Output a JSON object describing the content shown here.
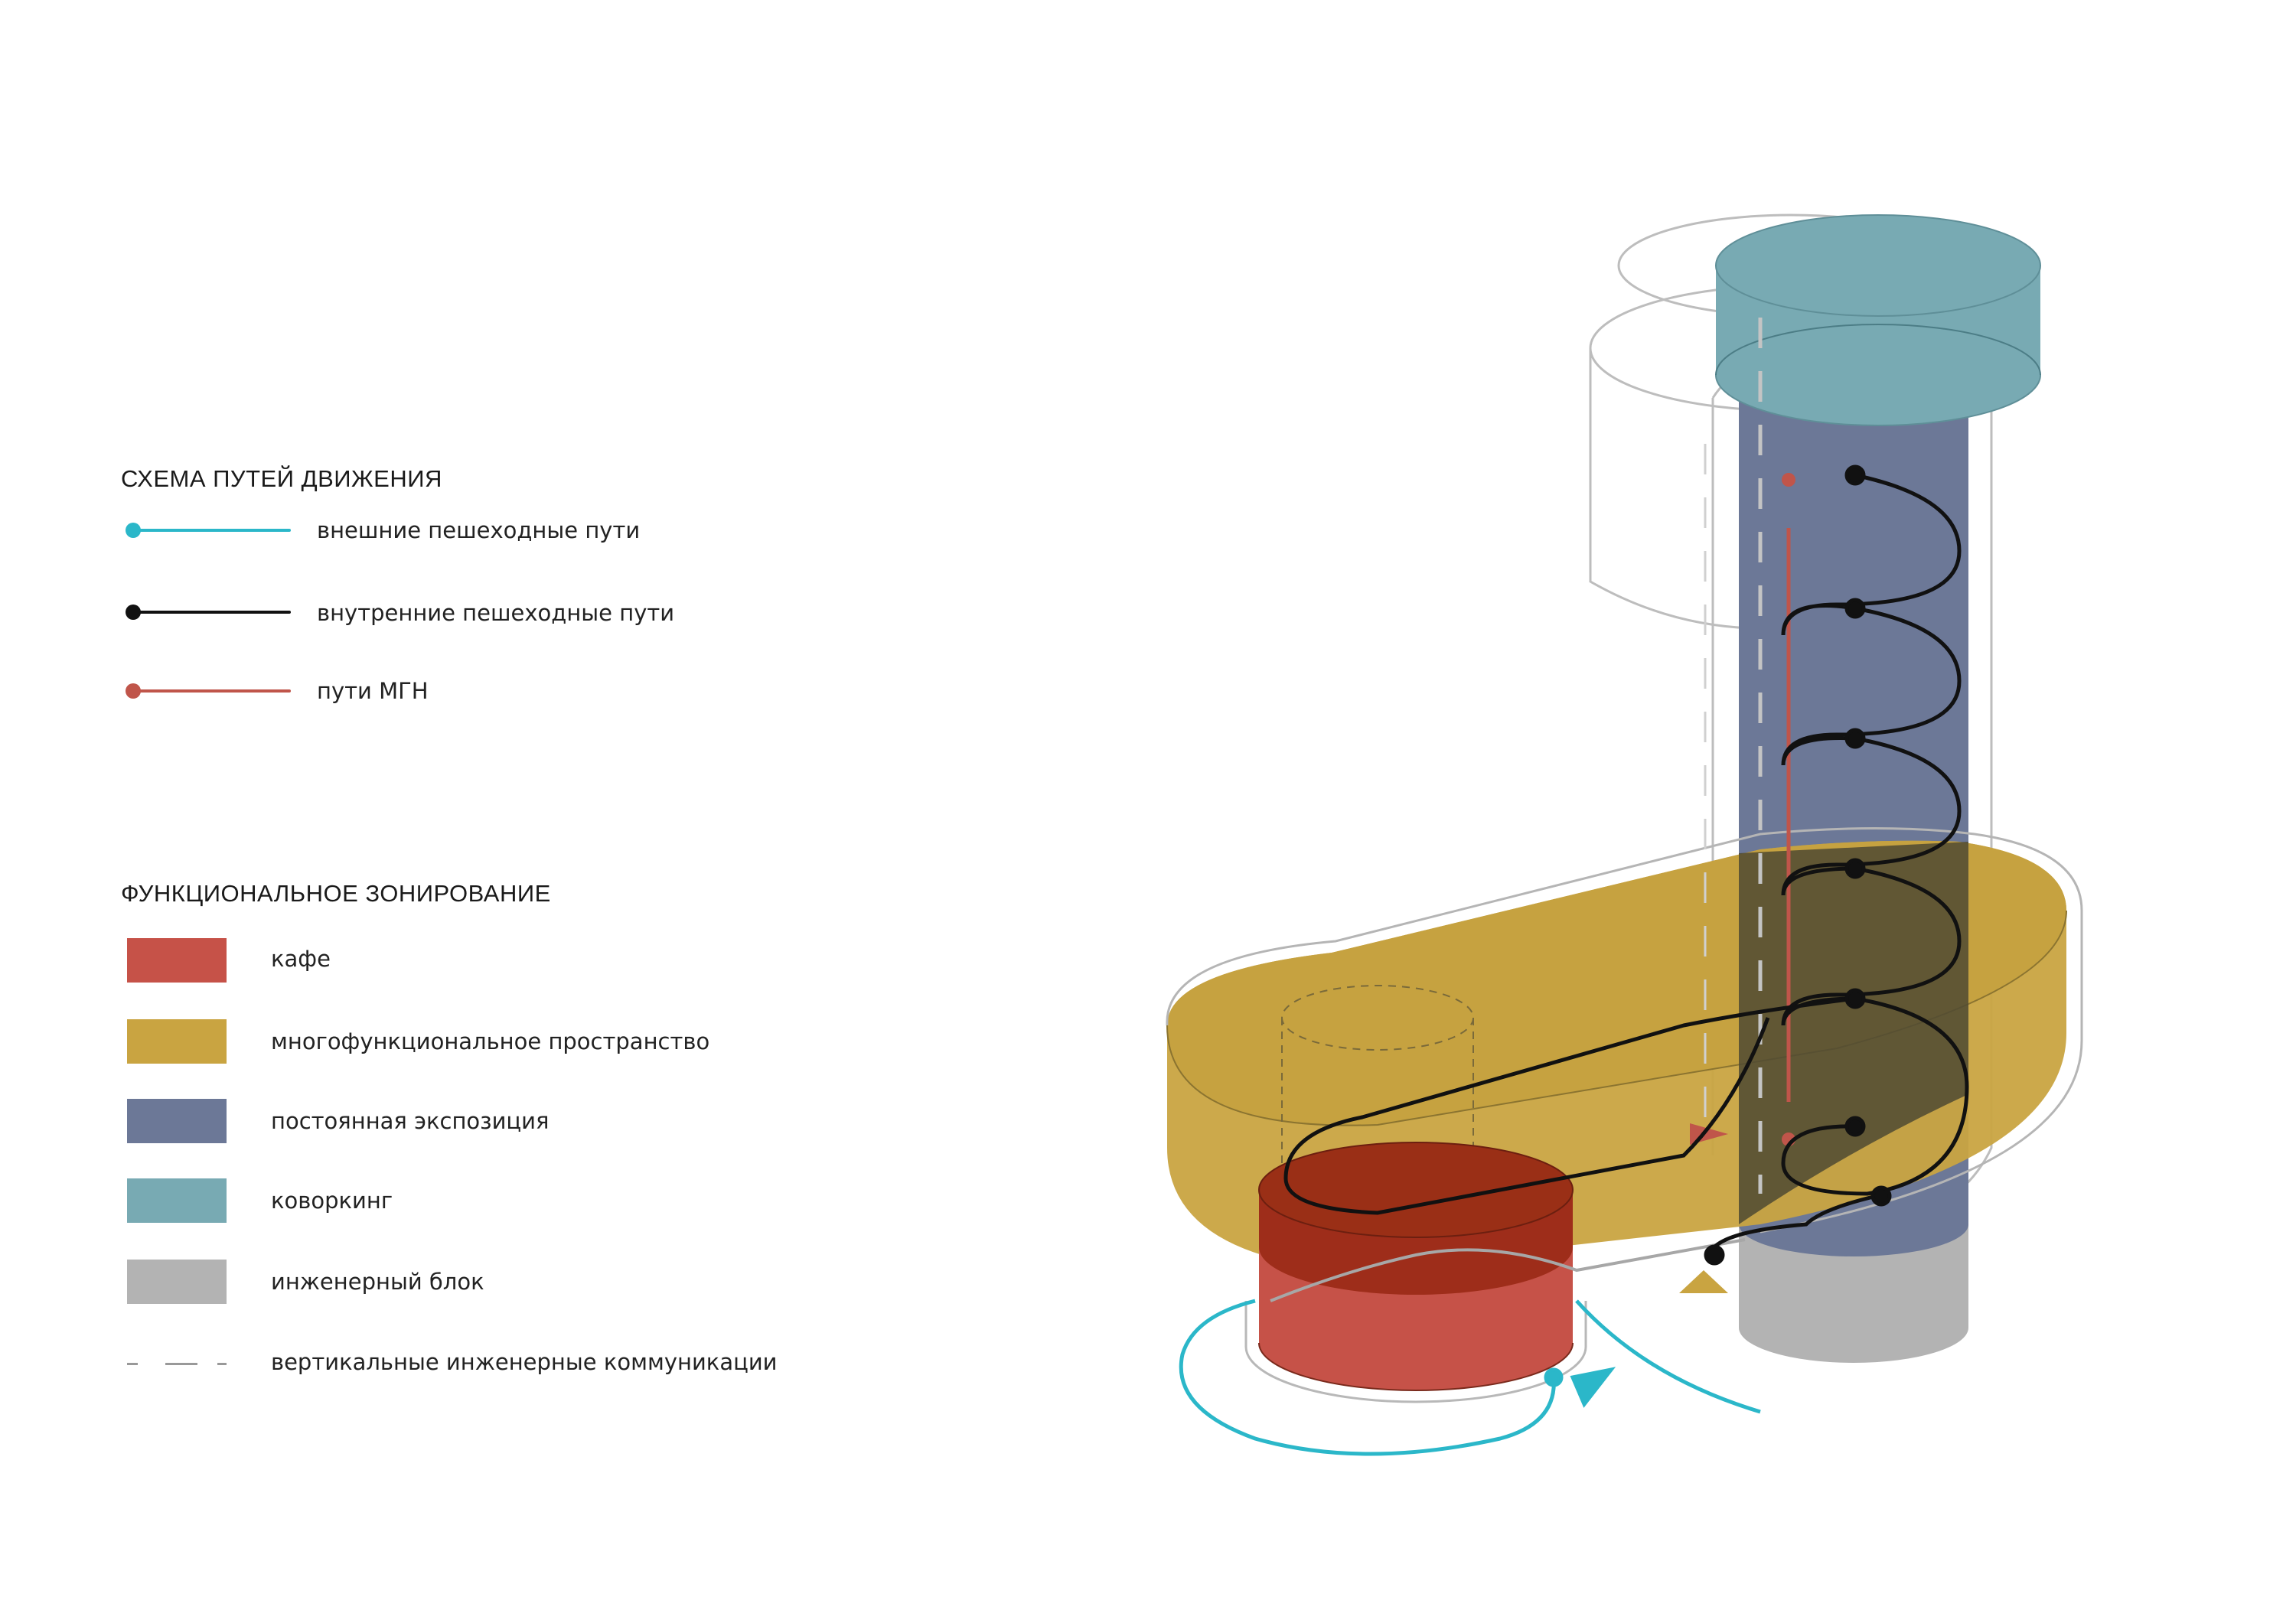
{
  "paths": {
    "title": "СХЕМА ПУТЕЙ ДВИЖЕНИЯ",
    "items": [
      {
        "label": "внешние пешеходные пути",
        "color": "#2bb7c9"
      },
      {
        "label": "внутренние пешеходные пути",
        "color": "#111111"
      },
      {
        "label": "пути МГН",
        "color": "#c0554a"
      }
    ]
  },
  "zoning": {
    "title": "ФУНКЦИОНАЛЬНОЕ ЗОНИРОВАНИЕ",
    "items": [
      {
        "label": "кафе",
        "color": "#c65248"
      },
      {
        "label": "многофункциональное пространство",
        "color": "#c9a441"
      },
      {
        "label": "постоянная экспозиция",
        "color": "#6c7897"
      },
      {
        "label": "коворкинг",
        "color": "#78aab3"
      },
      {
        "label": "инженерный блок",
        "color": "#b3b3b3"
      }
    ],
    "dashed": {
      "label": "вертикальные инженерные коммуникации",
      "color": "#999999"
    }
  }
}
